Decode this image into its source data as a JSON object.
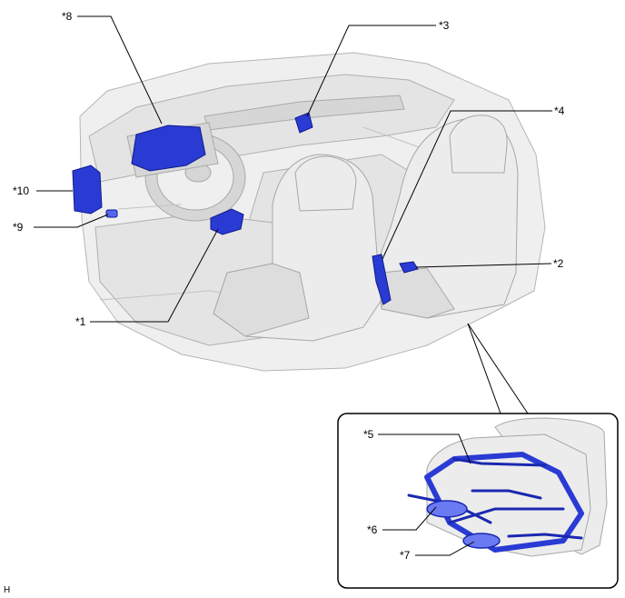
{
  "callouts": {
    "c1": "*1",
    "c2": "*2",
    "c3": "*3",
    "c4": "*4",
    "c5": "*5",
    "c6": "*6",
    "c7": "*7",
    "c8": "*8",
    "c9": "*9",
    "c10": "*10"
  },
  "corner_mark": "H",
  "colors": {
    "component_highlight": "#2a3bd4",
    "vehicle_body": "#efefef",
    "leader_line": "#000000"
  }
}
